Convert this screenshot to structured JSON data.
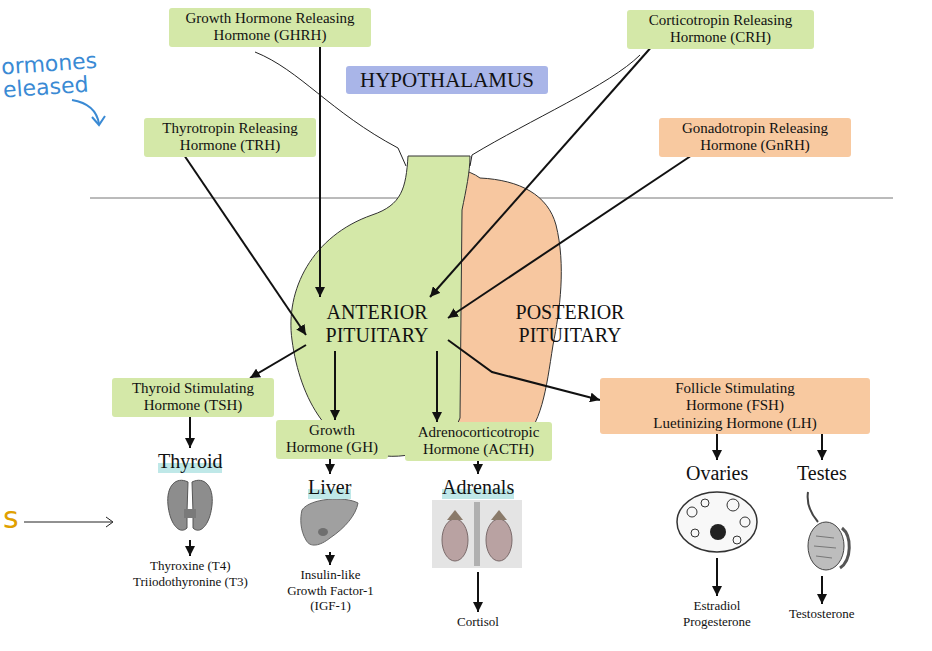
{
  "diagram": {
    "nodes": [
      {
        "text": [
          "Growth Hormone Releasing Hormone (GHRH)"
        ]
      },
      {
        "text": [
          "Corticotropin Releasing Hormone (CRH)"
        ]
      },
      {
        "text": [
          "HYPOTHALAMUS"
        ]
      },
      {
        "text": [
          "Thyrotropin Releasing Hormone (TRH)"
        ]
      },
      {
        "text": [
          "Gonadotropin Releasing Hormone (GnRH)"
        ]
      },
      {
        "text": [
          "ANTERIOR PITUITARY"
        ]
      },
      {
        "text": [
          "POSTERIOR PITUITARY"
        ]
      },
      {
        "text": [
          "Thyroid Stimulating Hormone (TSH)"
        ]
      },
      {
        "text": [
          "Growth Hormone (GH)"
        ]
      },
      {
        "text": [
          "Adrenocorticotropic Hormone (ACTH)"
        ]
      },
      {
        "text": [
          "Follicle Stimulating Hormone (FSH)",
          "Luetinizing Hormone (LH)"
        ]
      },
      {
        "text": [
          "Thyroid"
        ]
      },
      {
        "text": [
          "Liver"
        ]
      },
      {
        "text": [
          "Adrenals"
        ]
      },
      {
        "text": [
          "Ovaries"
        ]
      },
      {
        "text": [
          "Testes"
        ]
      },
      {
        "text": [
          "Thyroxine (T4)",
          "Triiodothyronine (T3)"
        ]
      },
      {
        "text": [
          "Insulin-like Growth Factor-1 (IGF-1)"
        ]
      },
      {
        "text": [
          "Cortisol"
        ]
      },
      {
        "text": [
          "Estradiol",
          "Progesterone"
        ]
      },
      {
        "text": [
          "Testosterone"
        ]
      }
    ],
    "edges": [
      {
        "from": 0,
        "to": 5,
        "arrow": "to"
      },
      {
        "from": 1,
        "to": 5,
        "arrow": "to"
      },
      {
        "from": 3,
        "to": 5,
        "arrow": "to"
      },
      {
        "from": 4,
        "to": 5,
        "arrow": "to"
      },
      {
        "from": 5,
        "to": 7,
        "arrow": "to"
      },
      {
        "from": 5,
        "to": 8,
        "arrow": "to"
      },
      {
        "from": 5,
        "to": 9,
        "arrow": "to"
      },
      {
        "from": 5,
        "to": 10,
        "arrow": "to"
      },
      {
        "from": 7,
        "to": 11,
        "arrow": "to"
      },
      {
        "from": 8,
        "to": 12,
        "arrow": "to"
      },
      {
        "from": 9,
        "to": 13,
        "arrow": "to"
      },
      {
        "from": 10,
        "to": 14,
        "arrow": "to"
      },
      {
        "from": 10,
        "to": 15,
        "arrow": "to"
      },
      {
        "from": 11,
        "to": 16,
        "arrow": "to"
      },
      {
        "from": 12,
        "to": 17,
        "arrow": "to"
      },
      {
        "from": 13,
        "to": 18,
        "arrow": "to"
      },
      {
        "from": 14,
        "to": 19,
        "arrow": "to"
      },
      {
        "from": 15,
        "to": 20,
        "arrow": "to"
      }
    ],
    "labels": [
      "ormones eleased",
      "s"
    ]
  }
}
